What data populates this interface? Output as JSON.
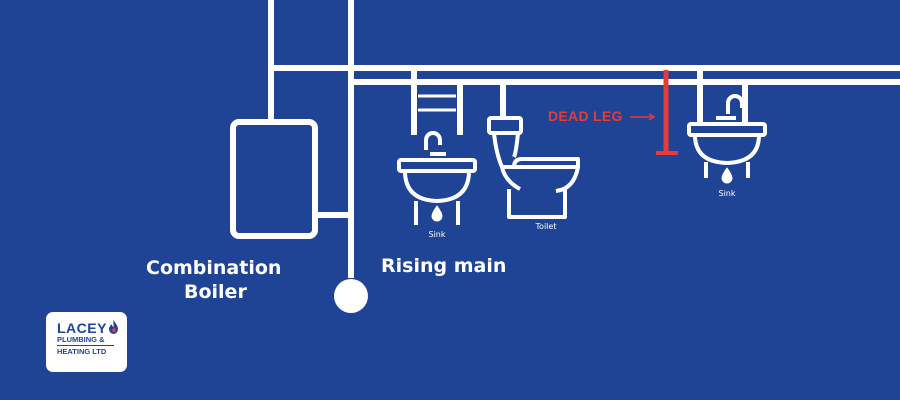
{
  "labels": {
    "boiler_line1": "Combination",
    "boiler_line2": "Boiler",
    "rising_main": "Rising main",
    "dead_leg": "DEAD LEG",
    "sink_left": "Sink",
    "toilet": "Toilet",
    "sink_right": "Sink"
  },
  "logo": {
    "line1": "LACEY",
    "line2": "PLUMBING &",
    "line3": "HEATING LTD"
  },
  "colors": {
    "background": "#1f4496",
    "pipe": "#ffffff",
    "dead_leg": "#e43b3b"
  },
  "icons": [
    "combination-boiler-icon",
    "sink-icon",
    "toilet-icon",
    "dead-leg-pipe-icon",
    "flame-icon"
  ]
}
